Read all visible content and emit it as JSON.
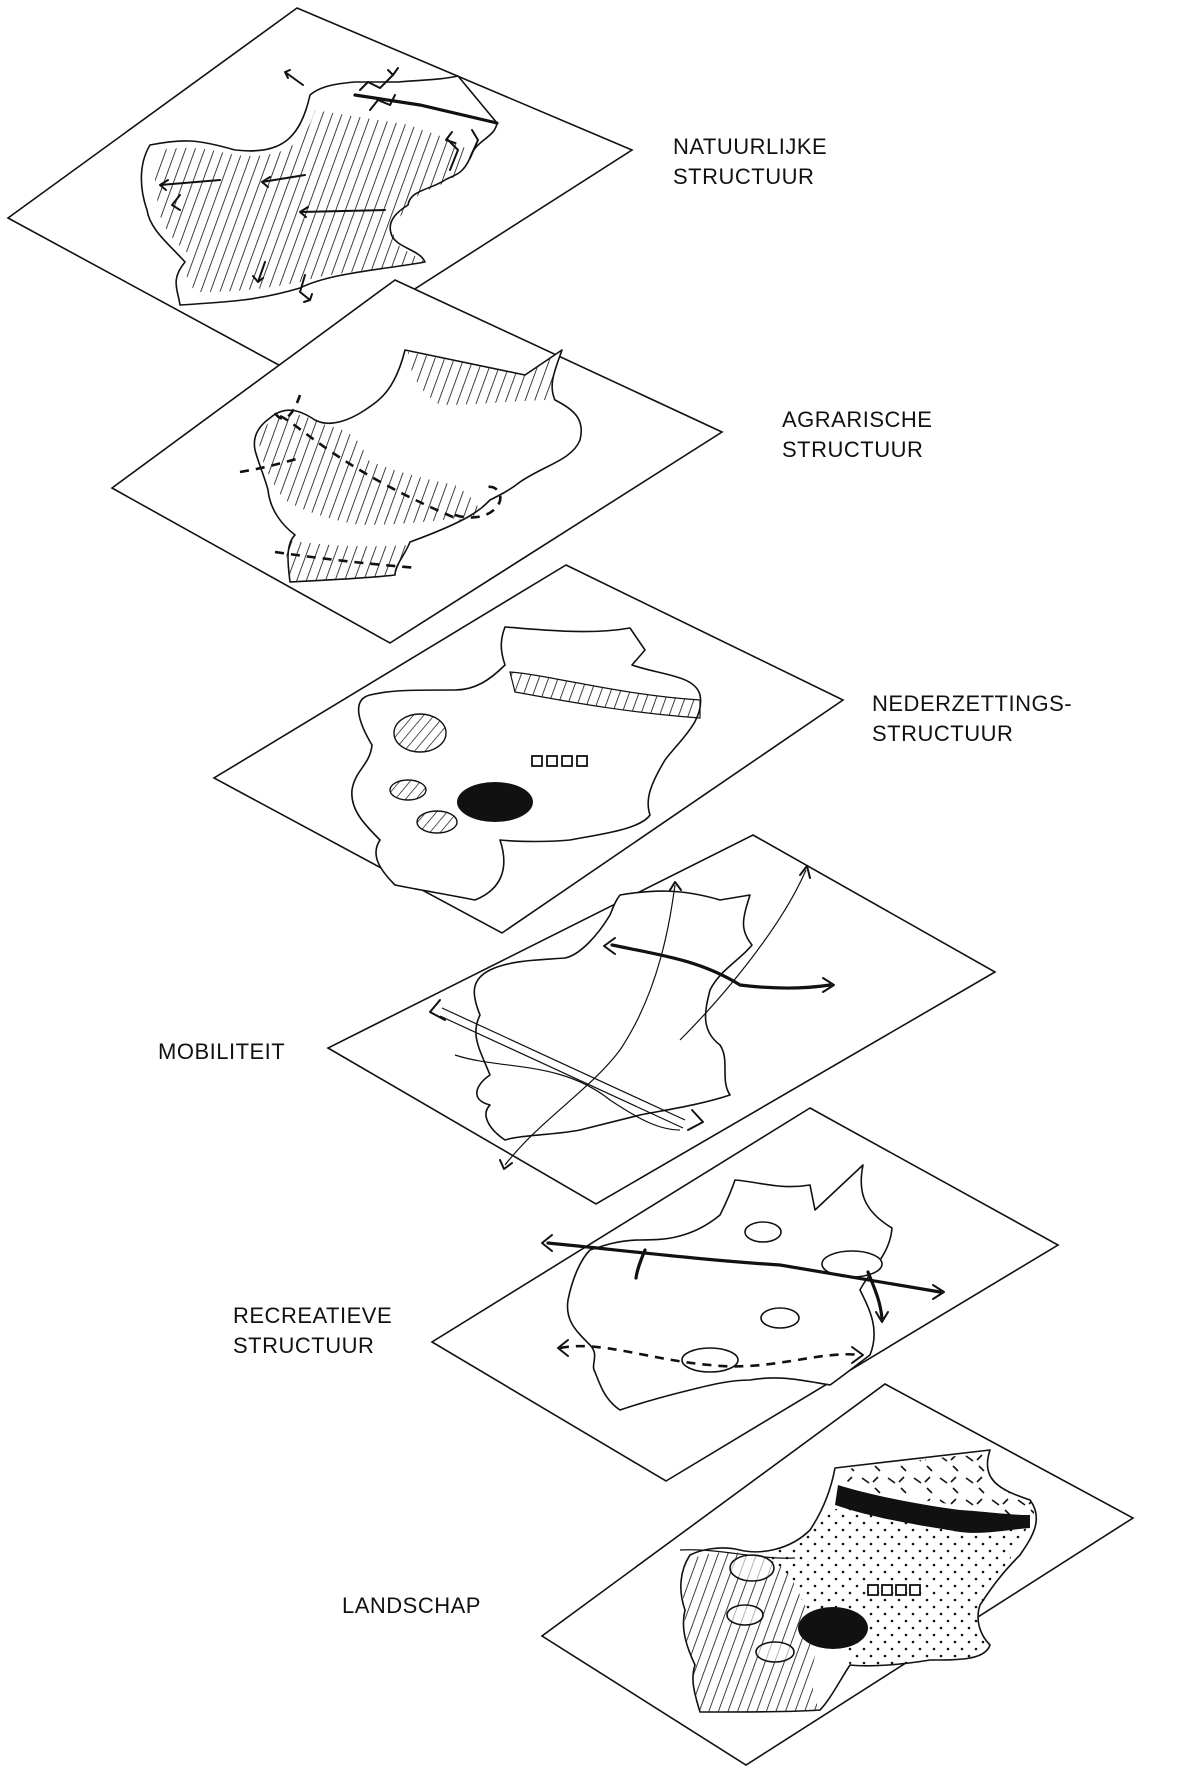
{
  "layers": [
    {
      "id": "natuurlijke",
      "label_lines": [
        "NATUURLIJKE",
        "STRUCTUUR"
      ]
    },
    {
      "id": "agrarische",
      "label_lines": [
        "AGRARISCHE",
        "STRUCTUUR"
      ]
    },
    {
      "id": "nederzettings",
      "label_lines": [
        "NEDERZETTINGS-",
        "STRUCTUUR"
      ]
    },
    {
      "id": "mobiliteit",
      "label_lines": [
        "MOBILITEIT"
      ]
    },
    {
      "id": "recreatieve",
      "label_lines": [
        "RECREATIEVE",
        "STRUCTUUR"
      ]
    },
    {
      "id": "landschap",
      "label_lines": [
        "LANDSCHAP"
      ]
    }
  ]
}
